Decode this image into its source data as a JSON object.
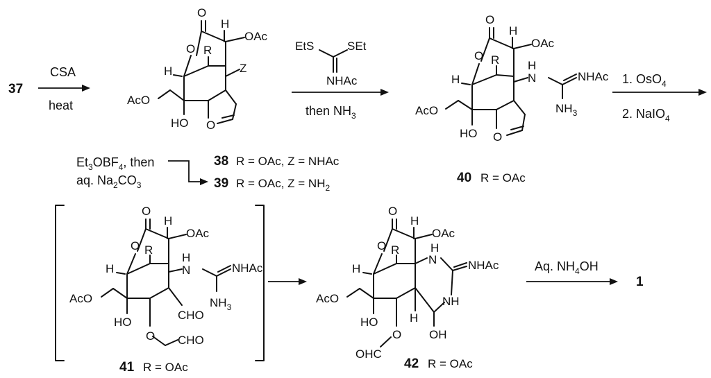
{
  "compounds": {
    "c37": "37",
    "c38": "38",
    "c39": "39",
    "c40": "40",
    "c41": "41",
    "c42": "42",
    "c1": "1"
  },
  "descriptions": {
    "d38": "R = OAc, Z = NHAc",
    "d39": "R = OAc, Z = NH",
    "d39_sub": "2",
    "d40": "R = OAc",
    "d41": "R = OAc",
    "d42": "R = OAc"
  },
  "conditions": {
    "step1_top": "CSA",
    "step1_bottom": "heat",
    "step2_line1": "Et",
    "step2_line1_sub": "3",
    "step2_line1_rest": "OBF",
    "step2_line1_sub2": "4",
    "step2_line1_end": ", then",
    "step2_line2": "aq. Na",
    "step2_line2_sub": "2",
    "step2_line2_rest": "CO",
    "step2_line2_sub2": "3",
    "step3_reagent_left": "EtS",
    "step3_reagent_right": "SEt",
    "step3_reagent_bottom": "NHAc",
    "step3_bottom": "then NH",
    "step3_bottom_sub": "3",
    "step4_line1": "1. OsO",
    "step4_line1_sub": "4",
    "step4_line2": "2. NaIO",
    "step4_line2_sub": "4",
    "step6_top": "Aq. NH",
    "step6_top_sub": "4",
    "step6_top_rest": "OH"
  },
  "atoms": {
    "O": "O",
    "H": "H",
    "R": "R",
    "Z": "Z",
    "OAc": "OAc",
    "AcO": "AcO",
    "HO": "HO",
    "OH": "OH",
    "N": "N",
    "NH": "NH",
    "NHAc": "NHAc",
    "NH3": "NH",
    "NH3_sub": "3",
    "H_N": "H",
    "CHO": "CHO",
    "OCHO": "O",
    "CHO2": "CHO",
    "OHC": "OHC"
  }
}
